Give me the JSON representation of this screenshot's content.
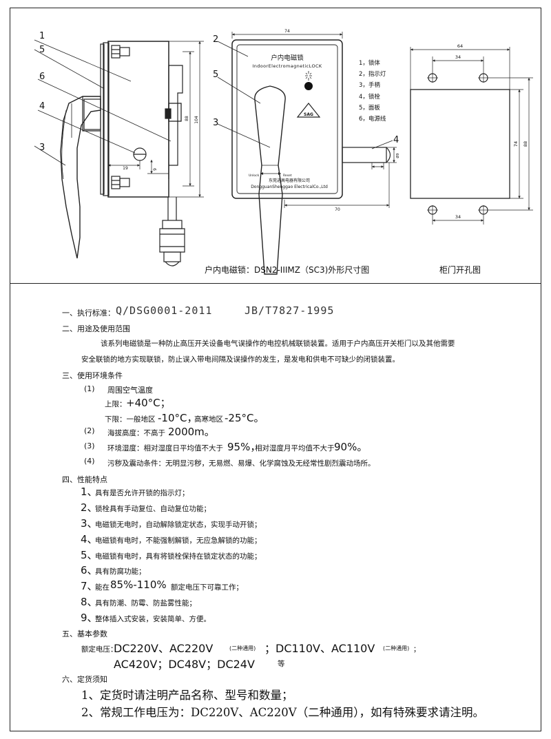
{
  "drawing": {
    "left_callouts": [
      "1",
      "5",
      "6",
      "4",
      "3"
    ],
    "side_dims": {
      "h88": "88",
      "h104": "104",
      "w19": "19",
      "w9": "9"
    },
    "front": {
      "callouts": [
        "2",
        "5",
        "3",
        "4"
      ],
      "dim_top": "74",
      "dim_bottom": "70",
      "dim_pin": "Ø9",
      "title_cn": "户内电磁锁",
      "title_en": "IndoorElectromagneticLOCK",
      "logo": "SAG",
      "company_cn": "东莞进高电器有限公司",
      "company_en": "DongguanShenggao ElectricalCo.,Ltd",
      "unlock_label": "Unlock",
      "reset_label": "Reset"
    },
    "legend": [
      "1，锁体",
      "2，指示灯",
      "3，手柄",
      "4，锁栓",
      "5，面板",
      "6，电源线"
    ],
    "cutout": {
      "w64": "64",
      "w34_top": "34",
      "w34_bottom": "34",
      "h74": "74",
      "h88": "88"
    },
    "caption_left": "户内电磁锁：DSN2-IIIMZ（SC3)外形尺寸图",
    "caption_right": "柜门开孔图"
  },
  "spec": {
    "s1_label": "一、执行标准：",
    "s1_std1": "Q/DSG0001-2011",
    "s1_std2": "JB/T7827-1995",
    "s2_label": "二、用途及使用范围",
    "s2_line1": "该系列电磁锁是一种防止高压开关设备电气误操作的电控机械联锁装置。适用于户内高压开关柜门以及其他需要",
    "s2_line2": "安全联锁的地方实现联锁，防止误入带电间隔及误操作的发生，是发电和供电不可缺少的闭锁装置。",
    "s3_label": "三、使用环境条件",
    "s3_1_num": "(1)",
    "s3_1_text": "周围空气温度",
    "s3_upper_label": "上限：",
    "s3_upper_val": "+40°C；",
    "s3_lower_label1": "下限：一般地区",
    "s3_lower_val1": "-10°C，",
    "s3_lower_label2": "高寒地区",
    "s3_lower_val2": "-25°C。",
    "s3_2_num": "(2)",
    "s3_2_label": "海拔高度：不高于",
    "s3_2_val": "2000m。",
    "s3_3_num": "(3)",
    "s3_3_label1": "环境湿度：相对湿度日平均值不大于",
    "s3_3_val1": "95%，",
    "s3_3_label2": "相对湿度月平均值不大于",
    "s3_3_val2": "90%。",
    "s3_4_num": "(4)",
    "s3_4_text": "污秽及震动条件：无明显污秽，无易燃、易爆、化学腐蚀及无经常性剧烈震动场所。",
    "s4_label": "四、性能特点",
    "s4_items": [
      {
        "n": "1、",
        "t": "具有是否允许开锁的指示灯；"
      },
      {
        "n": "2、",
        "t": "锁栓具有手动复位、自动复位功能；"
      },
      {
        "n": "3、",
        "t": "电磁锁无电时，自动解除锁定状态，实现手动开锁；"
      },
      {
        "n": "4、",
        "t": "电磁锁有电时，不能强制解锁，无应急解锁的功能；"
      },
      {
        "n": "5、",
        "t": "电磁锁有电时，具有将锁栓保持在锁定状态的功能；"
      },
      {
        "n": "6、",
        "t": "具有防腐功能；"
      },
      {
        "n": "7、",
        "t": "能在",
        "v": "85%-110%",
        "t2": "额定电压下可靠工作；"
      },
      {
        "n": "8、",
        "t": "具有防潮、防霉、防盐雾性能；"
      },
      {
        "n": "9、",
        "t": "整体插入式安装，安装简单、方便。"
      }
    ],
    "s5_label": "五、基本参数",
    "s5_prefix": "额定电压：",
    "s5_v1": "DC220V、AC220V",
    "s5_n1": "(二种通用)",
    "s5_v2": "；DC110V、AC110V",
    "s5_n2": "(二种通用)",
    "s5_end": "；",
    "s5_v3": "AC420V；DC48V；DC24V",
    "s5_v3_tail": "等",
    "s6_label": "六、定货须知",
    "s6_line1": "1、定货时请注明产品名称、型号和数量；",
    "s6_line2": "2、常规工作电压为：DC220V、AC220V（二种通用），如有特殊要求请注明。"
  }
}
